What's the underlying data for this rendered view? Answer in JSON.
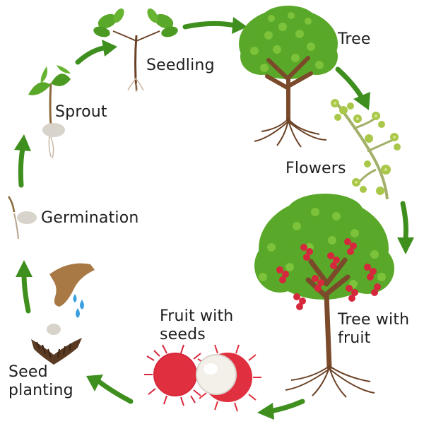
{
  "stages": {
    "seedling": "Seedling",
    "tree": "Tree",
    "flowers": "Flowers",
    "tree_with_fruit": [
      "Tree with",
      "fruit"
    ],
    "fruit_with_seeds": [
      "Fruit with",
      "seeds"
    ],
    "seed_planting": [
      "Seed",
      "planting"
    ],
    "germination": "Germination",
    "sprout": "Sprout"
  },
  "colors": {
    "arrow": "#3f8f1f",
    "leaf": "#5aa829",
    "leaf_dark": "#3f7f1a",
    "trunk": "#7a4a2a",
    "root": "#6b4226",
    "fruit": "#d6283c",
    "flower": "#a9c84a",
    "seed": "#d8d4cc",
    "soil": "#5a3a22",
    "hand": "#a87845",
    "water": "#3aa0e0"
  },
  "icons": [
    "cycle-arrow-icon",
    "seedling-icon",
    "tree-icon",
    "flowers-icon",
    "fruit-tree-icon",
    "rambutan-icon",
    "seed-planting-icon",
    "germination-icon",
    "sprout-icon"
  ]
}
